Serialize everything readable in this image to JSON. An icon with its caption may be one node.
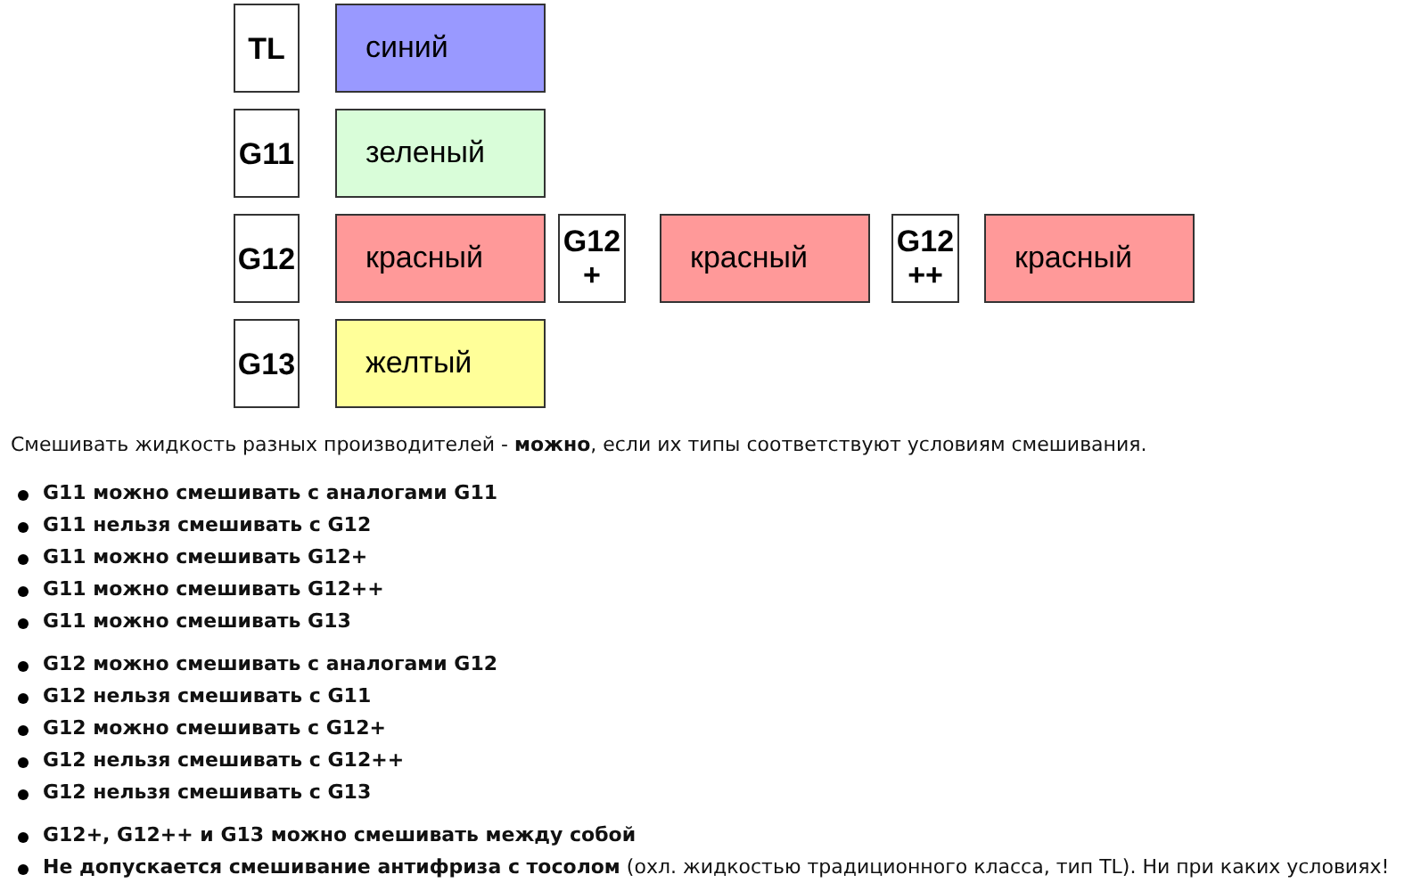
{
  "diagram": {
    "nodes": [
      {
        "text": [
          "TL"
        ]
      },
      {
        "text": [
          "синий"
        ]
      },
      {
        "text": [
          "G11"
        ]
      },
      {
        "text": [
          "зеленый"
        ]
      },
      {
        "text": [
          "G12"
        ]
      },
      {
        "text": [
          "красный"
        ]
      },
      {
        "text": [
          "G12 +"
        ]
      },
      {
        "text": [
          "красный"
        ]
      },
      {
        "text": [
          "G12 ++"
        ]
      },
      {
        "text": [
          "красный"
        ]
      },
      {
        "text": [
          "G13"
        ]
      },
      {
        "text": [
          "желтый"
        ]
      }
    ],
    "labels": [
      "Смешивать жидкость разных производителей - **можно**, если их типы соответствуют условиям смешивания.",
      "G11 можно смешивать с аналогами G11",
      "G11 нельзя смешивать с G12",
      "G11 можно смешивать G12+",
      "G11 можно смешивать G12++",
      "G11 можно смешивать G13",
      "G12 можно смешивать с аналогами G12",
      "G12 нельзя смешивать с G11",
      "G12 можно смешивать с G12+",
      "G12 нельзя смешивать с G12++",
      "G12 нельзя смешивать с G13",
      "G12+, G12++ и G13 можно смешивать между собой",
      "**Не допускается смешивание антифриза с тосолом** (охл. жидкостью традиционного класса, тип TL). Ни при каких условиях!"
    ]
  }
}
